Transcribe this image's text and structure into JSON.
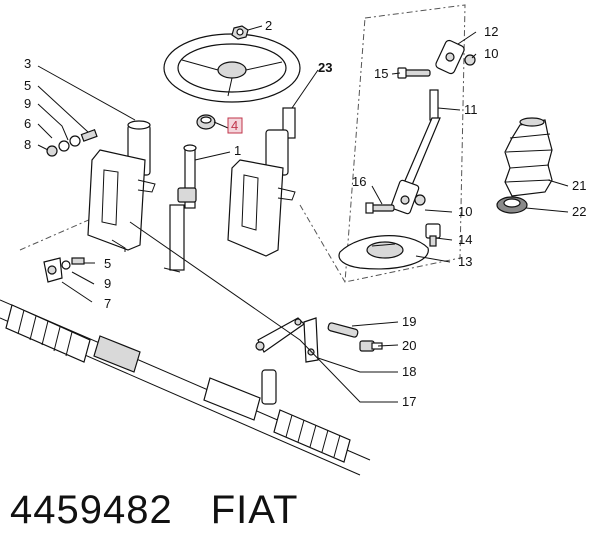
{
  "callouts": {
    "c1": "1",
    "c2": "2",
    "c3": "3",
    "c4": "4",
    "c5a": "5",
    "c5b": "5",
    "c6": "6",
    "c7": "7",
    "c8": "8",
    "c9a": "9",
    "c9b": "9",
    "c10a": "10",
    "c10b": "10",
    "c11": "11",
    "c12": "12",
    "c13": "13",
    "c14": "14",
    "c15": "15",
    "c16": "16",
    "c17": "17",
    "c18": "18",
    "c19": "19",
    "c20": "20",
    "c21": "21",
    "c22": "22",
    "c23": "23"
  },
  "highlight_color": "#c0344a",
  "caption": {
    "part_number": "4459482",
    "brand": "FIAT"
  }
}
